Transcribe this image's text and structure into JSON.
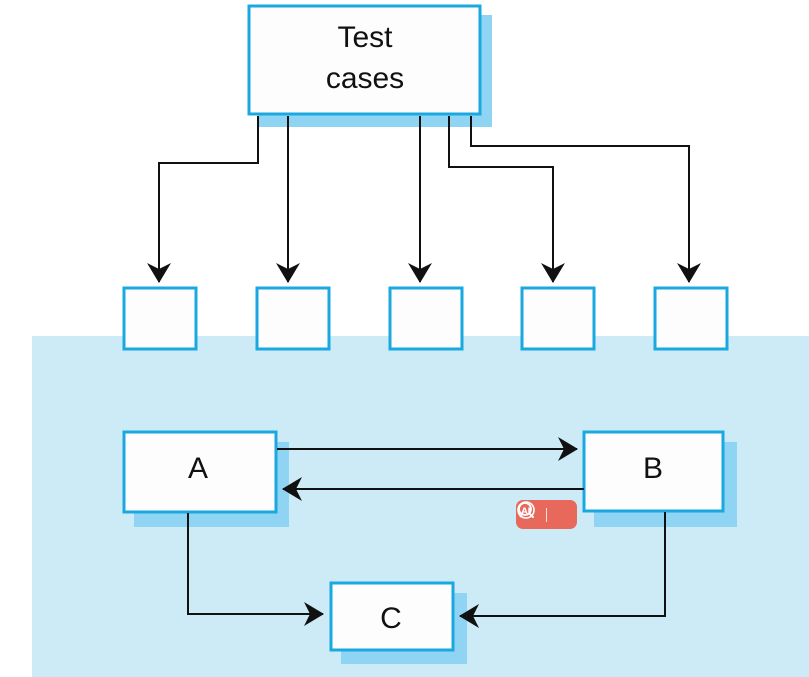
{
  "diagram": {
    "test_cases_label_line1": "Test",
    "test_cases_label_line2": "cases",
    "node_a_label": "A",
    "node_b_label": "B",
    "node_c_label": "C",
    "colors": {
      "box_border": "#1aa8e0",
      "box_fill": "#fdfdfd",
      "shadow": "#8fd4f3",
      "panel": "#cdebf7",
      "arrow": "#111111"
    }
  },
  "toolbar": {
    "color": "#e8685c",
    "ai_icon": "ai-icon",
    "search_icon": "search-icon"
  }
}
